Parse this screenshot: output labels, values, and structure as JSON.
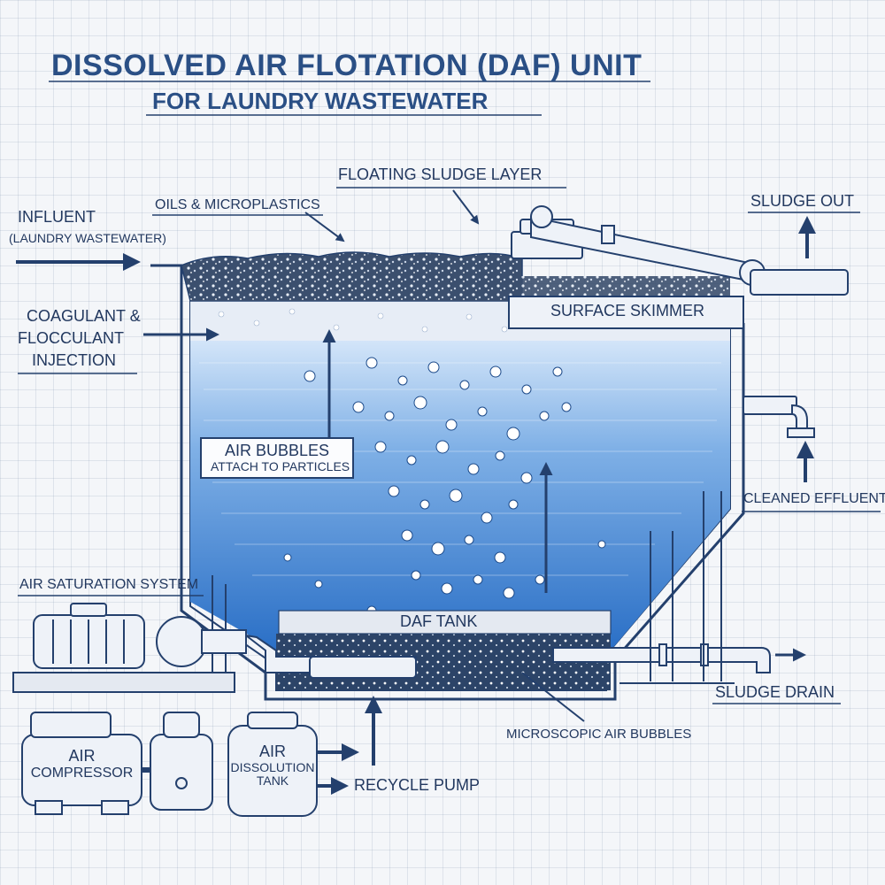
{
  "title": "DISSOLVED AIR FLOTATION (DAF) UNIT",
  "subtitle": "FOR LAUNDRY WASTEWATER",
  "labels": {
    "floating_sludge": "FLOATING SLUDGE LAYER",
    "oils": "OILS & MICROPLASTICS",
    "influent": "INFLUENT",
    "influent_sub": "(LAUNDRY WASTEWATER)",
    "coagulant_1": "COAGULANT &",
    "coagulant_2": "FLOCCULANT",
    "coagulant_3": "INJECTION",
    "sludge_out": "SLUDGE OUT",
    "surface_skimmer": "SURFACE SKIMMER",
    "air_bubbles_1": "AIR BUBBLES",
    "air_bubbles_2": "ATTACH TO PARTICLES",
    "cleaned_effluent": "CLEANED EFFLUENT",
    "air_saturation": "AIR SATURATION SYSTEM",
    "daf_tank": "DAF TANK",
    "sludge_drain": "SLUDGE DRAIN",
    "micro_bubbles": "MICROSCOPIC AIR BUBBLES",
    "air_compressor_1": "AIR",
    "air_compressor_2": "COMPRESSOR",
    "air_dissolution_1": "AIR",
    "air_dissolution_2": "DISSOLUTION",
    "air_dissolution_3": "TANK",
    "recycle_pump": "RECYCLE PUMP"
  },
  "colors": {
    "ink": "#24406d",
    "water_top": "#cfe2f8",
    "water_bottom": "#2a6fc6",
    "paper": "#f4f6f9"
  }
}
